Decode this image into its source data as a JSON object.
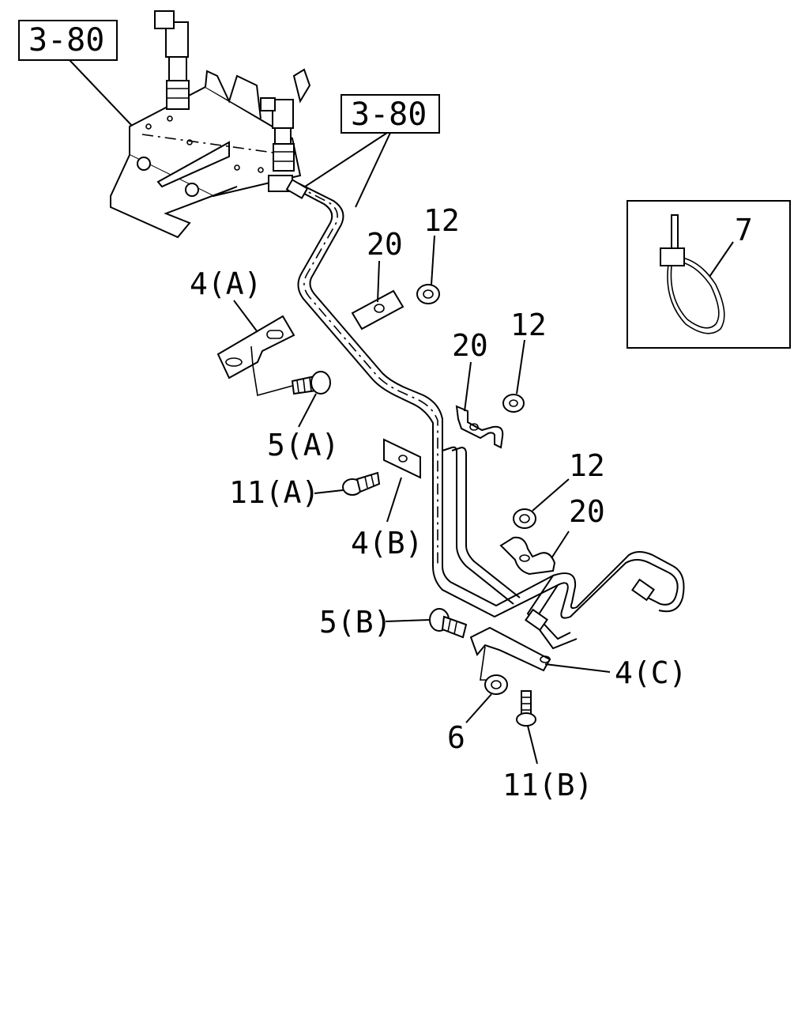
{
  "diagram": {
    "reference_labels": [
      {
        "id": "ref-top-left",
        "text": "3-80"
      },
      {
        "id": "ref-center",
        "text": "3-80"
      }
    ],
    "callouts": [
      {
        "id": "c-4a",
        "text": "4(A)"
      },
      {
        "id": "c-5a",
        "text": "5(A)"
      },
      {
        "id": "c-11a",
        "text": "11(A)"
      },
      {
        "id": "c-4b",
        "text": "4(B)"
      },
      {
        "id": "c-20-1",
        "text": "20"
      },
      {
        "id": "c-12-1",
        "text": "12"
      },
      {
        "id": "c-20-2",
        "text": "20"
      },
      {
        "id": "c-12-2",
        "text": "12"
      },
      {
        "id": "c-12-3",
        "text": "12"
      },
      {
        "id": "c-20-3",
        "text": "20"
      },
      {
        "id": "c-5b",
        "text": "5(B)"
      },
      {
        "id": "c-4c",
        "text": "4(C)"
      },
      {
        "id": "c-6",
        "text": "6"
      },
      {
        "id": "c-11b",
        "text": "11(B)"
      }
    ],
    "inset": {
      "callout": "7",
      "icon": "cable-tie-icon"
    }
  }
}
